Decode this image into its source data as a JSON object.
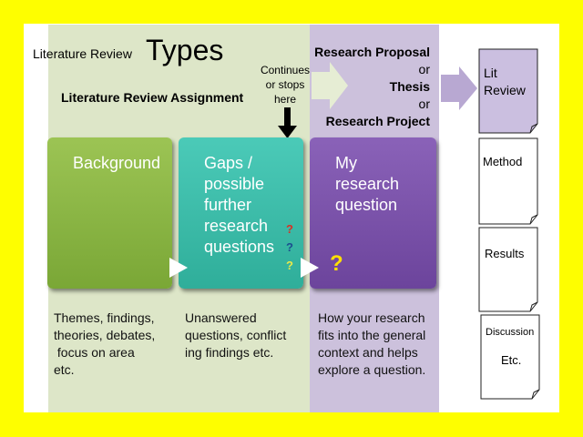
{
  "header": {
    "small_title": "Literature Review",
    "big_title": "Types",
    "assignment": "Literature Review Assignment",
    "continues": [
      "Continues",
      "or stops",
      "here"
    ],
    "proposal_lines": [
      "Research Proposal",
      "or",
      "Thesis",
      "or",
      "Research Project"
    ]
  },
  "boxes": [
    {
      "lines": [
        "Background"
      ],
      "color": "#8ab43e"
    },
    {
      "lines": [
        "Gaps /",
        "possible",
        "further",
        "research",
        "questions"
      ],
      "color": "#3dbdaa"
    },
    {
      "lines": [
        "My",
        "research",
        "question"
      ],
      "color": "#7e55ac"
    }
  ],
  "question_marks": [
    {
      "glyph": "?",
      "color": "#d93025"
    },
    {
      "glyph": "?",
      "color": "#1b4f8f"
    },
    {
      "glyph": "?",
      "color": "#e8e84a"
    },
    {
      "glyph": "?",
      "color": "#ffe000"
    }
  ],
  "descriptions": [
    [
      "Themes, findings,",
      "theories, debates,",
      " focus on area",
      "etc."
    ],
    [
      "Unanswered",
      "questions, conflict",
      "ing findings etc."
    ],
    [
      "How your research",
      "fits into the general",
      "context and helps",
      "explore a question."
    ]
  ],
  "documents": [
    {
      "lines": [
        "Lit",
        "Review"
      ]
    },
    {
      "lines": [
        "Method"
      ]
    },
    {
      "lines": [
        "Results"
      ]
    },
    {
      "lines": [
        "Discussion",
        "Etc."
      ]
    }
  ],
  "colors": {
    "background": "#fefe00",
    "green_band": "#dde6c8",
    "purple_band": "#ccc1dc",
    "lit_review_doc": "#cbbfe0"
  }
}
